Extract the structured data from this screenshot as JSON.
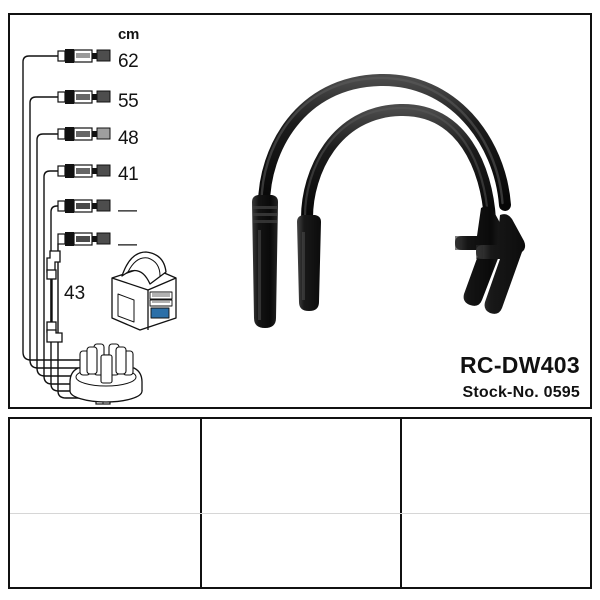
{
  "product": {
    "code": "RC-DW403",
    "stock_label": "Stock-No. 0595"
  },
  "schematic": {
    "unit_header": "cm",
    "wires": [
      {
        "label": "62",
        "name": "wire-length-62"
      },
      {
        "label": "55",
        "name": "wire-length-55"
      },
      {
        "label": "48",
        "name": "wire-length-48"
      },
      {
        "label": "41",
        "name": "wire-length-41"
      },
      {
        "label": "—",
        "name": "wire-length-dash-1"
      },
      {
        "label": "—",
        "name": "wire-length-dash-2"
      }
    ],
    "coil_wire_label": "43"
  },
  "legend": {
    "cells": [
      {
        "top_icon": "spark-plug",
        "bottom_icon": "spark-plug-boot"
      },
      {
        "top_icon": "distributor-cap",
        "bottom_icon": "distributor-boot"
      },
      {
        "top_icon": "ignition-coil",
        "bottom_icon": "coil-boot"
      }
    ]
  },
  "colors": {
    "line": "#111111",
    "cable": "#1a1a1a",
    "divider": "#d6d6d6",
    "background": "#ffffff"
  }
}
